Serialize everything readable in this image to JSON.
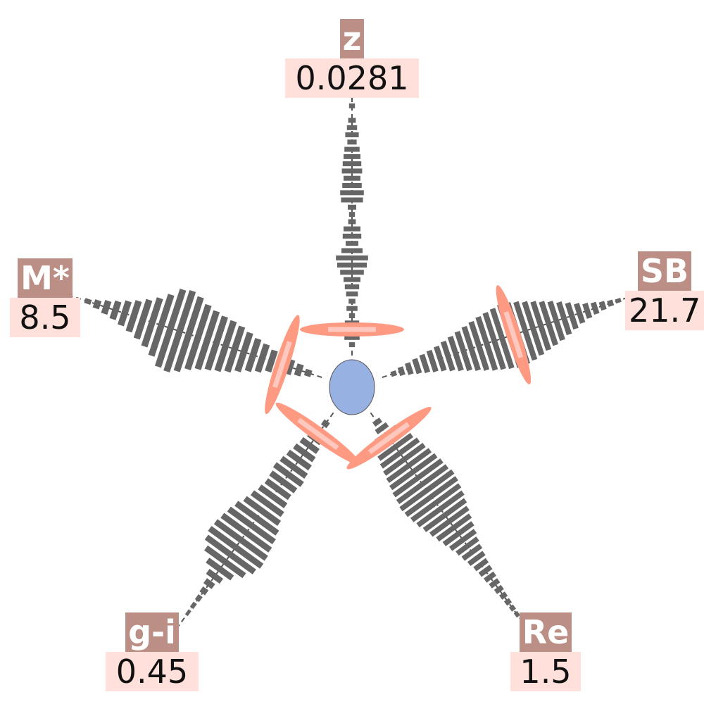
{
  "chart_data": {
    "type": "radial-histogram",
    "center": {
      "color": "#98b1e3"
    },
    "colors": {
      "bars": "#666666",
      "marker": "#ff9a82",
      "marker_core": "#ffc8be",
      "name_bg": "#bc8f86",
      "value_bg": "#ffe0da"
    },
    "axes": [
      {
        "name": "z",
        "value": "0.0281",
        "bins": [
          0,
          7,
          18,
          26,
          17,
          7,
          13,
          8,
          14,
          17,
          20,
          28,
          35,
          38,
          25,
          15,
          22,
          20,
          9,
          7,
          10,
          26,
          28,
          23,
          20,
          24,
          22,
          20,
          18,
          11,
          16,
          12,
          9,
          0,
          7,
          0
        ]
      },
      {
        "name": "SB",
        "value": "21.7",
        "bins": [
          0,
          6,
          10,
          14,
          18,
          22,
          26,
          30,
          36,
          42,
          48,
          54,
          60,
          66,
          70,
          74,
          78,
          76,
          72,
          66,
          60,
          54,
          48,
          40,
          32,
          24,
          18,
          14,
          10,
          7,
          5,
          0
        ]
      },
      {
        "name": "Re",
        "value": "1.5",
        "bins": [
          0,
          10,
          16,
          30,
          38,
          48,
          54,
          58,
          62,
          66,
          70,
          72,
          76,
          74,
          70,
          66,
          60,
          54,
          48,
          42,
          36,
          30,
          26,
          22,
          18,
          16,
          14,
          12,
          10,
          8,
          7,
          6,
          5,
          0
        ]
      },
      {
        "name": "g-i",
        "value": "0.45",
        "bins": [
          0,
          8,
          12,
          18,
          24,
          28,
          32,
          36,
          40,
          36,
          34,
          38,
          44,
          50,
          60,
          66,
          70,
          74,
          76,
          70,
          56,
          36,
          20,
          12,
          8,
          6,
          5,
          4,
          0
        ]
      },
      {
        "name": "M*",
        "value": "8.5",
        "bins": [
          0,
          8,
          14,
          18,
          22,
          26,
          34,
          40,
          48,
          56,
          62,
          66,
          72,
          80,
          92,
          100,
          96,
          76,
          60,
          48,
          38,
          30,
          22,
          16,
          10,
          6,
          0
        ]
      }
    ],
    "markers": [
      {
        "axis": "z",
        "position": 0.1
      },
      {
        "axis": "SB",
        "position": 0.53
      },
      {
        "axis": "Re",
        "position": 0.12
      },
      {
        "axis": "g-i",
        "position": 0.1
      },
      {
        "axis": "M*",
        "position": 0.16
      }
    ]
  }
}
